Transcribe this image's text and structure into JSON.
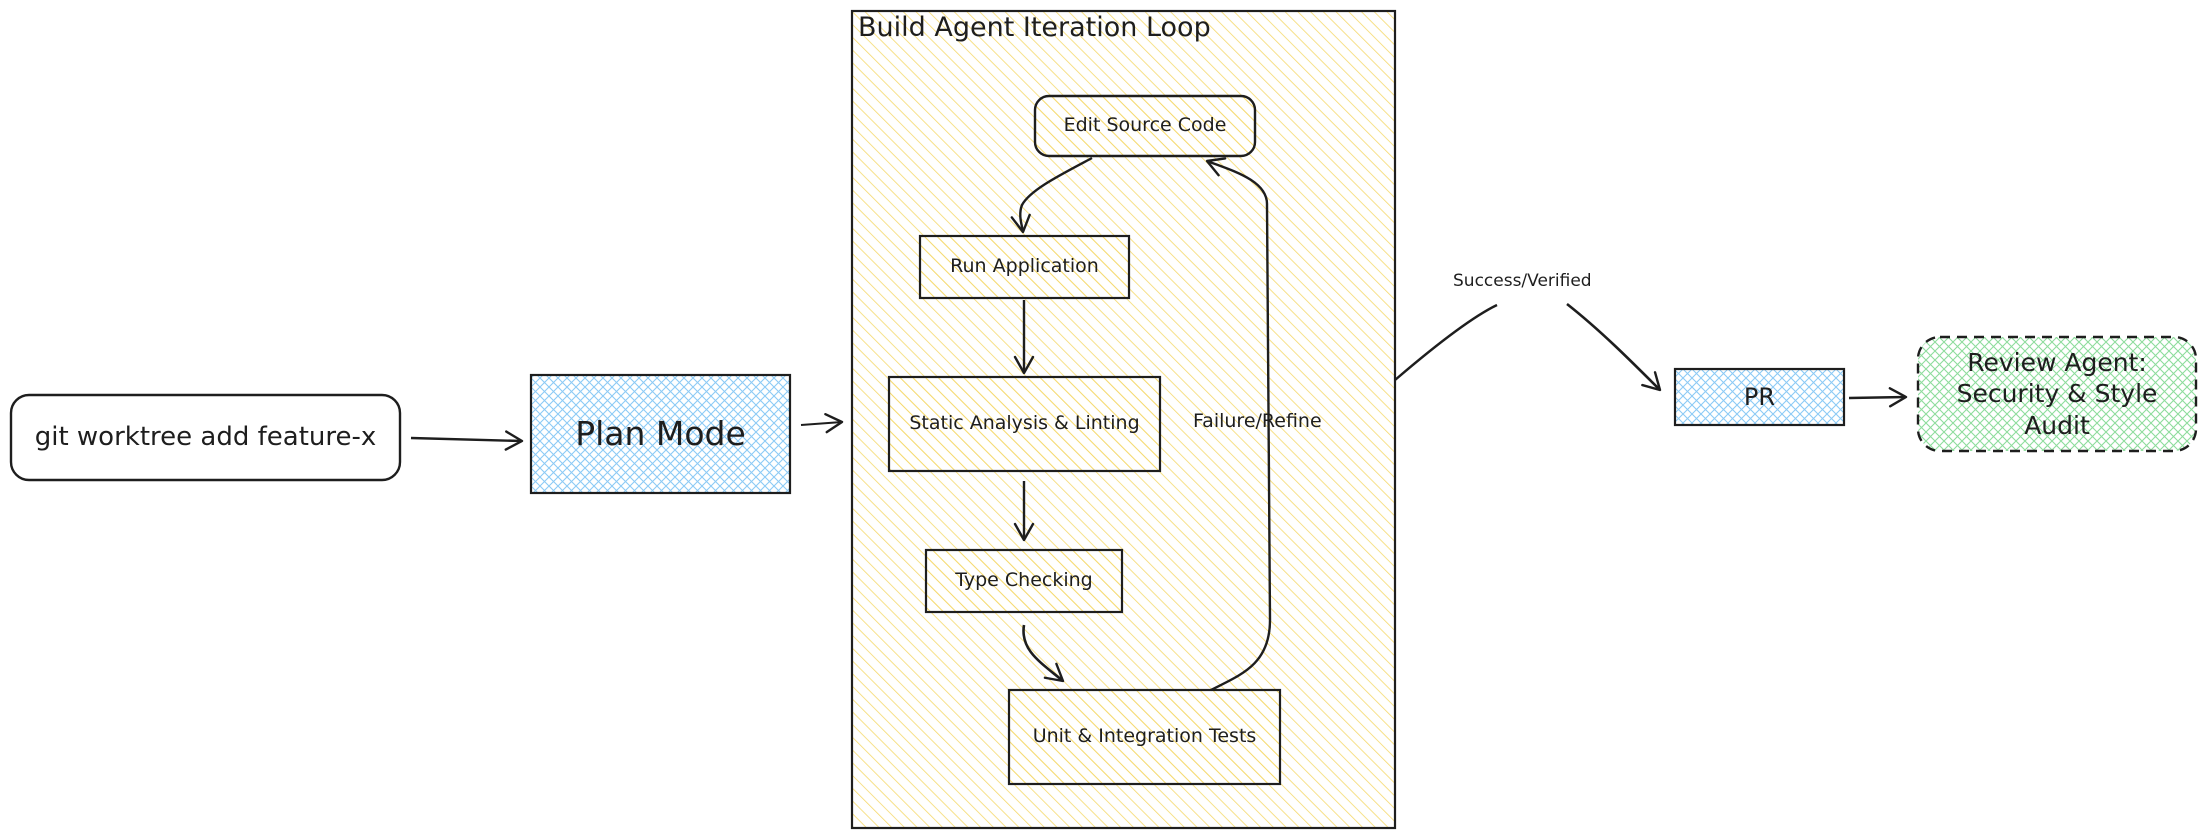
{
  "frame": {
    "title": "Build Agent Iteration Loop",
    "fill": "#ffec99"
  },
  "nodes": {
    "git": {
      "label": "git worktree add feature-x",
      "fill": "#ffffff"
    },
    "plan": {
      "label": "Plan Mode",
      "fill": "#a5d8ff"
    },
    "edit": {
      "label": "Edit Source Code",
      "fill": "#ffec99"
    },
    "run": {
      "label": "Run Application",
      "fill": "#ffec99"
    },
    "static": {
      "label": "Static Analysis & Linting",
      "fill": "#ffec99"
    },
    "type": {
      "label": "Type Checking",
      "fill": "#ffec99"
    },
    "tests": {
      "label": "Unit & Integration Tests",
      "fill": "#ffec99"
    },
    "pr": {
      "label": "PR",
      "fill": "#a5d8ff"
    },
    "review": {
      "label": "Review Agent: Security & Style Audit",
      "fill": "#b2f2bb"
    }
  },
  "edges": {
    "failure": {
      "label": "Failure/Refine"
    },
    "success": {
      "label": "Success/Verified"
    }
  },
  "colors": {
    "stroke": "#1e1e1e"
  }
}
